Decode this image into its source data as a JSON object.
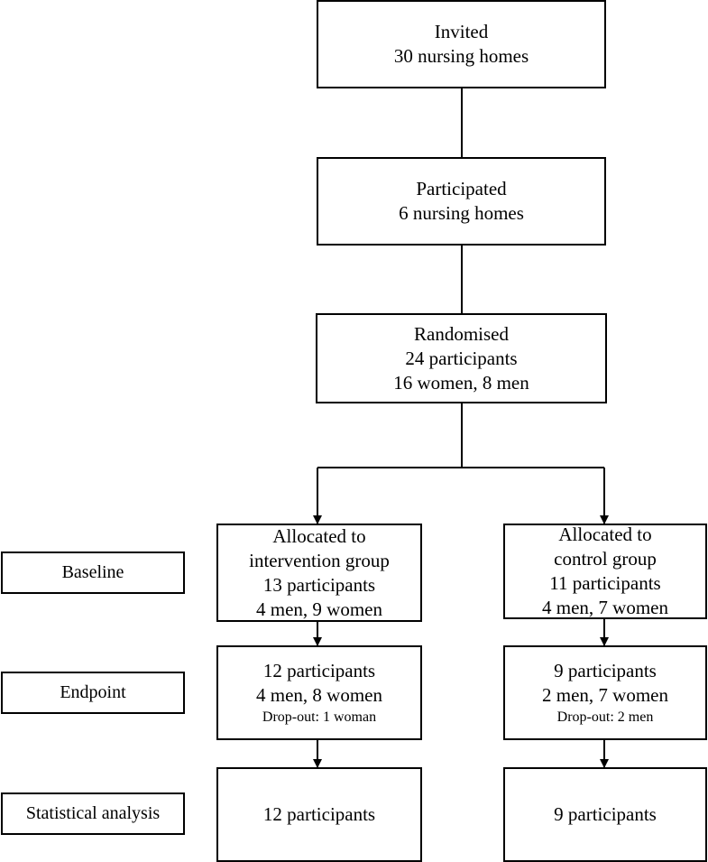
{
  "flow": {
    "invited": {
      "lines": [
        "Invited",
        "30 nursing homes"
      ]
    },
    "participated": {
      "lines": [
        "Participated",
        "6 nursing homes"
      ]
    },
    "randomised": {
      "lines": [
        "Randomised",
        "24 participants",
        "16 women, 8 men"
      ]
    },
    "intervention": {
      "baseline": {
        "lines": [
          "Allocated to",
          "intervention group",
          "13 participants",
          "4 men, 9 women"
        ]
      },
      "endpoint": {
        "lines": [
          "12 participants",
          "4 men, 8 women"
        ],
        "note": "Drop-out: 1 woman"
      },
      "analysis": {
        "lines": [
          "12 participants"
        ]
      }
    },
    "control": {
      "baseline": {
        "lines": [
          "Allocated to",
          "control group",
          "11 participants",
          "4 men, 7 women"
        ]
      },
      "endpoint": {
        "lines": [
          "9 participants",
          "2 men, 7 women"
        ],
        "note": "Drop-out: 2 men"
      },
      "analysis": {
        "lines": [
          "9 participants"
        ]
      }
    }
  },
  "stages": {
    "baseline": "Baseline",
    "endpoint": "Endpoint",
    "analysis": "Statistical analysis"
  }
}
